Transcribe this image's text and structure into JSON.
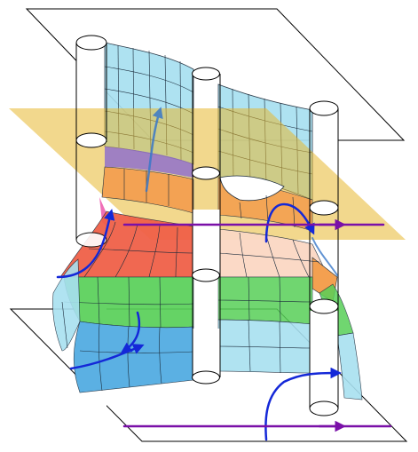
{
  "figure": {
    "colors": {
      "top_plane_edge": "#000000",
      "bottom_plane_edge": "#000000",
      "middle_plane_fill": "#e8b830",
      "surface_cyan": "#a8e0f0",
      "surface_blue": "#4aa8e0",
      "surface_orange": "#f4a050",
      "surface_red": "#f06048",
      "surface_green": "#58d058",
      "surface_peach": "#fbd8c4",
      "surface_pink": "#f06fb8",
      "mesh_line": "#1a2a3a",
      "cylinder_fill": "#ffffff",
      "cylinder_edge": "#000000",
      "flow_arrow_blue": "#1428d8",
      "flow_arrow_purple": "#7a10a8"
    },
    "elements": {
      "planes": [
        "top-plane",
        "middle-plane",
        "bottom-plane"
      ],
      "cylinders": [
        "cylinder-left",
        "cylinder-center",
        "cylinder-right"
      ],
      "arrows": {
        "blue": [
          "arrow-upper-left",
          "arrow-upper-mid",
          "arrow-left-entry",
          "arrow-green-mid",
          "arrow-bottom-left",
          "arrow-bottom-right"
        ],
        "purple": [
          "arrow-middle-plane",
          "arrow-bottom-plane"
        ]
      }
    }
  }
}
